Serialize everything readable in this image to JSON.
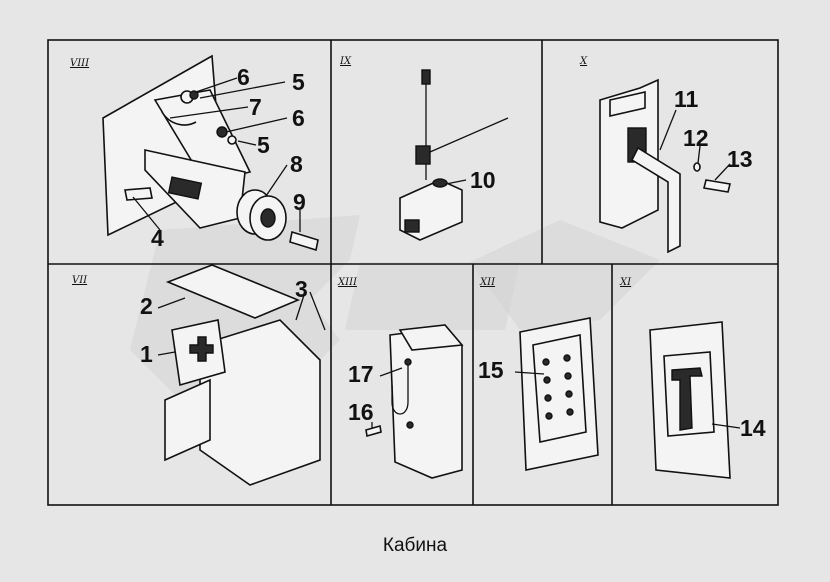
{
  "caption": "Кабина",
  "panels": [
    {
      "id": "VIII",
      "numeral": "VIII"
    },
    {
      "id": "IX",
      "numeral": "IX"
    },
    {
      "id": "X",
      "numeral": "X"
    },
    {
      "id": "VII",
      "numeral": "VII"
    },
    {
      "id": "XIII",
      "numeral": "XIII"
    },
    {
      "id": "XII",
      "numeral": "XII"
    },
    {
      "id": "XI",
      "numeral": "XI"
    }
  ],
  "callouts": [
    "1",
    "2",
    "3",
    "4",
    "5",
    "5",
    "6",
    "6",
    "7",
    "8",
    "9",
    "10",
    "11",
    "12",
    "13",
    "14",
    "15",
    "16",
    "17"
  ],
  "colors": {
    "background": "#e6e6e6",
    "line": "#111111",
    "watermark": "#d2d2d2"
  }
}
